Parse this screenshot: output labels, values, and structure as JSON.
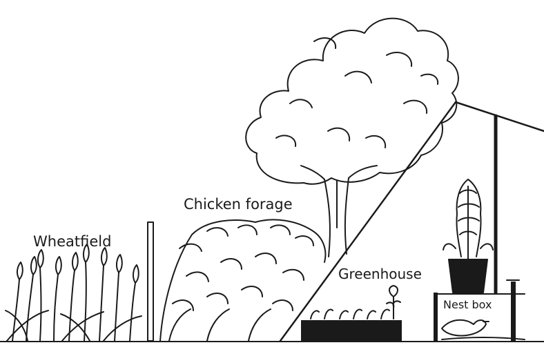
{
  "labels": {
    "wheatfield": "Wheatfield",
    "chicken_forage": "Chicken forage",
    "greenhouse": "Greenhouse",
    "nest_box": "Nest box"
  },
  "colors": {
    "ink": "#1a1a1a",
    "paper": "#ffffff"
  }
}
